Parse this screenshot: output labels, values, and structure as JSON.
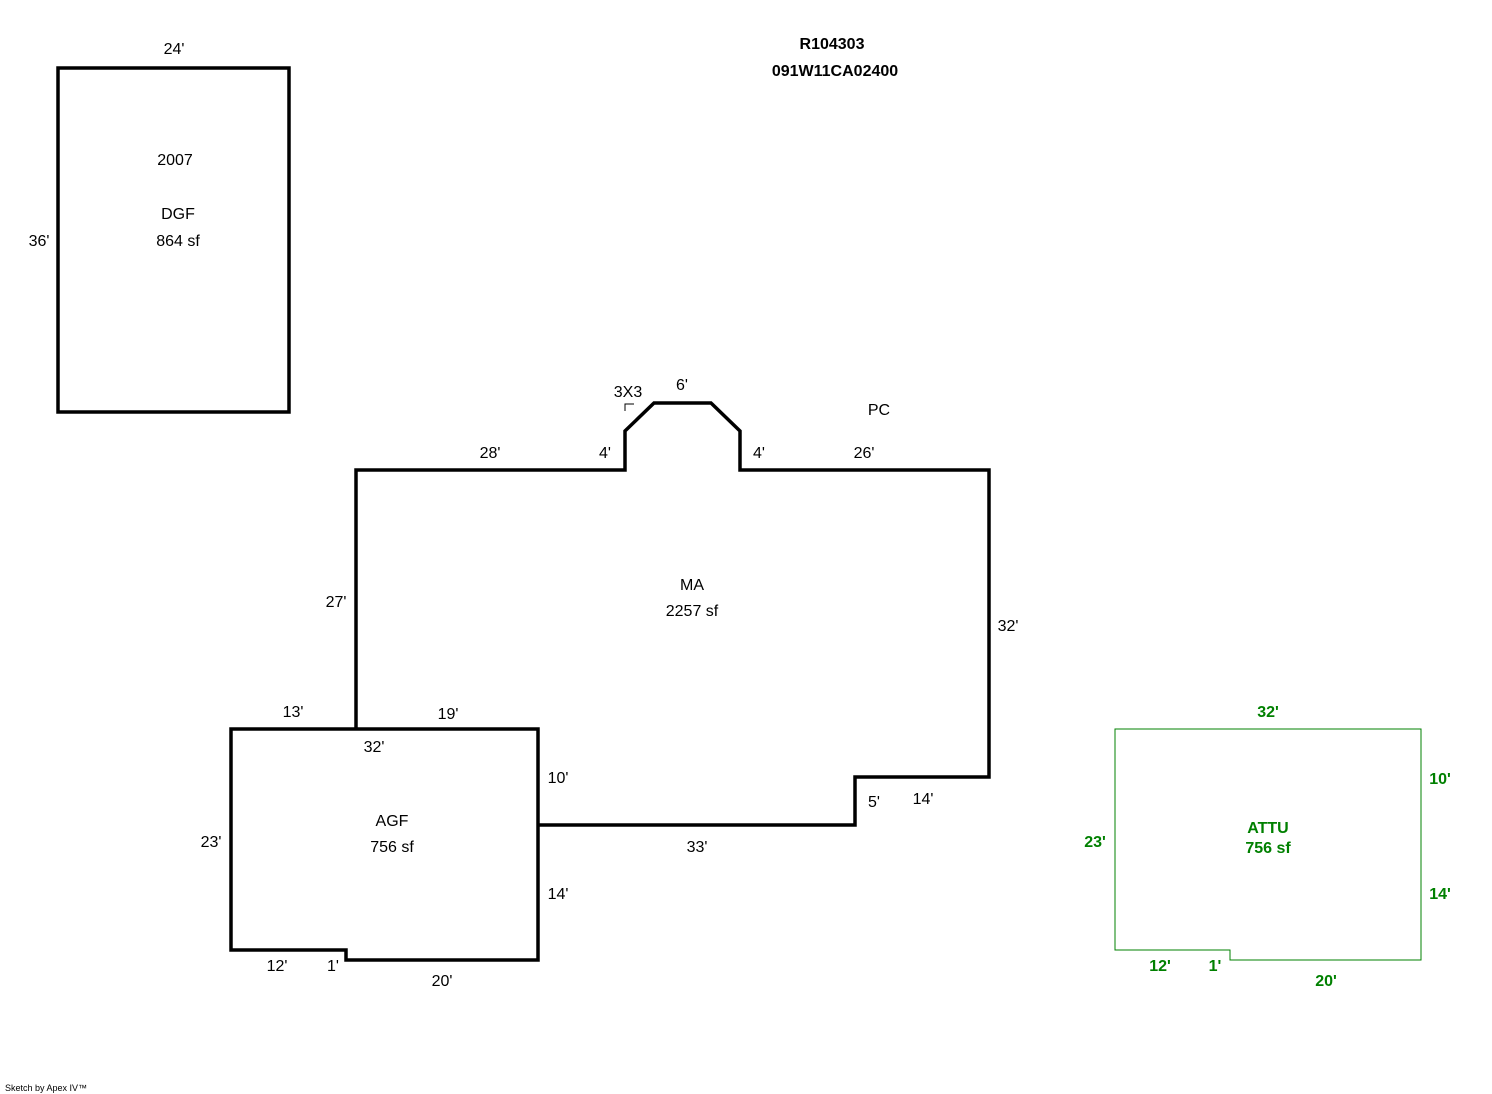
{
  "header": {
    "parcel_id": "R104303",
    "map_number": "091W11CA02400"
  },
  "dgf": {
    "year": "2007",
    "code": "DGF",
    "area": "864 sf",
    "dim_top": "24'",
    "dim_left": "36'"
  },
  "ma": {
    "code": "MA",
    "area": "2257 sf",
    "dims": {
      "top_left": "28'",
      "bay_left": "4'",
      "bay_top": "6'",
      "bay_right": "4'",
      "top_right": "26'",
      "right": "32'",
      "step_bottom": "14'",
      "step_side": "5'",
      "bottom": "33'",
      "left": "27'"
    },
    "bay_note": "3X3",
    "porch": "PC"
  },
  "agf": {
    "code": "AGF",
    "area": "756 sf",
    "dims": {
      "top_left": "13'",
      "top_right": "19'",
      "top_total": "32'",
      "right_upper": "10'",
      "right_lower": "14'",
      "left": "23'",
      "bottom_left": "12'",
      "bottom_step": "1'",
      "bottom_right": "20'"
    }
  },
  "attu": {
    "code": "ATTU",
    "area": "756 sf",
    "dims": {
      "top": "32'",
      "right_upper": "10'",
      "right_lower": "14'",
      "left": "23'",
      "bottom_left": "12'",
      "bottom_step": "1'",
      "bottom_right": "20'"
    }
  },
  "footer": {
    "credit": "Sketch by Apex IV™"
  },
  "colors": {
    "line": "#000000",
    "attu": "#008000",
    "background": "#ffffff"
  }
}
